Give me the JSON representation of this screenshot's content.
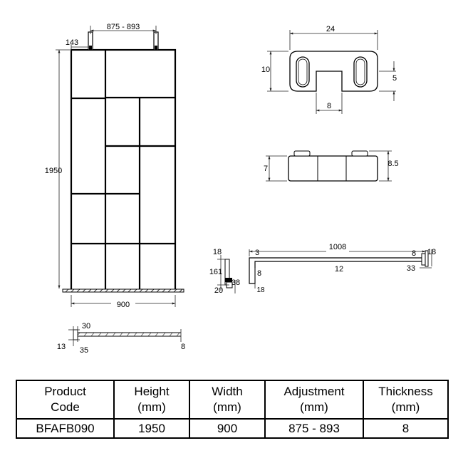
{
  "diagram": {
    "front_view": {
      "adjustment": "875 - 893",
      "offset": "143",
      "height": "1950",
      "width": "900"
    },
    "plan_view": {
      "d30": "30",
      "d13": "13",
      "d35": "35",
      "d8": "8"
    },
    "bracket_top": {
      "width": "24",
      "height": "10",
      "slot": "5",
      "tab": "8"
    },
    "bracket_side": {
      "left": "7",
      "right": "8.5"
    },
    "arm_left": {
      "d18_top": "18",
      "d161": "161",
      "d38": "38",
      "d20": "20",
      "d18_bottom": "18"
    },
    "arm_bar": {
      "length": "1008",
      "d3": "3",
      "d12": "12",
      "d8_a": "8",
      "d8_b": "8",
      "d18": "18",
      "d33": "33"
    }
  },
  "table": {
    "headers": [
      {
        "line1": "Product",
        "line2": "Code"
      },
      {
        "line1": "Height",
        "line2": "(mm)"
      },
      {
        "line1": "Width",
        "line2": "(mm)"
      },
      {
        "line1": "Adjustment",
        "line2": "(mm)"
      },
      {
        "line1": "Thickness",
        "line2": "(mm)"
      }
    ],
    "row": [
      "BFAFB090",
      "1950",
      "900",
      "875 - 893",
      "8"
    ]
  }
}
